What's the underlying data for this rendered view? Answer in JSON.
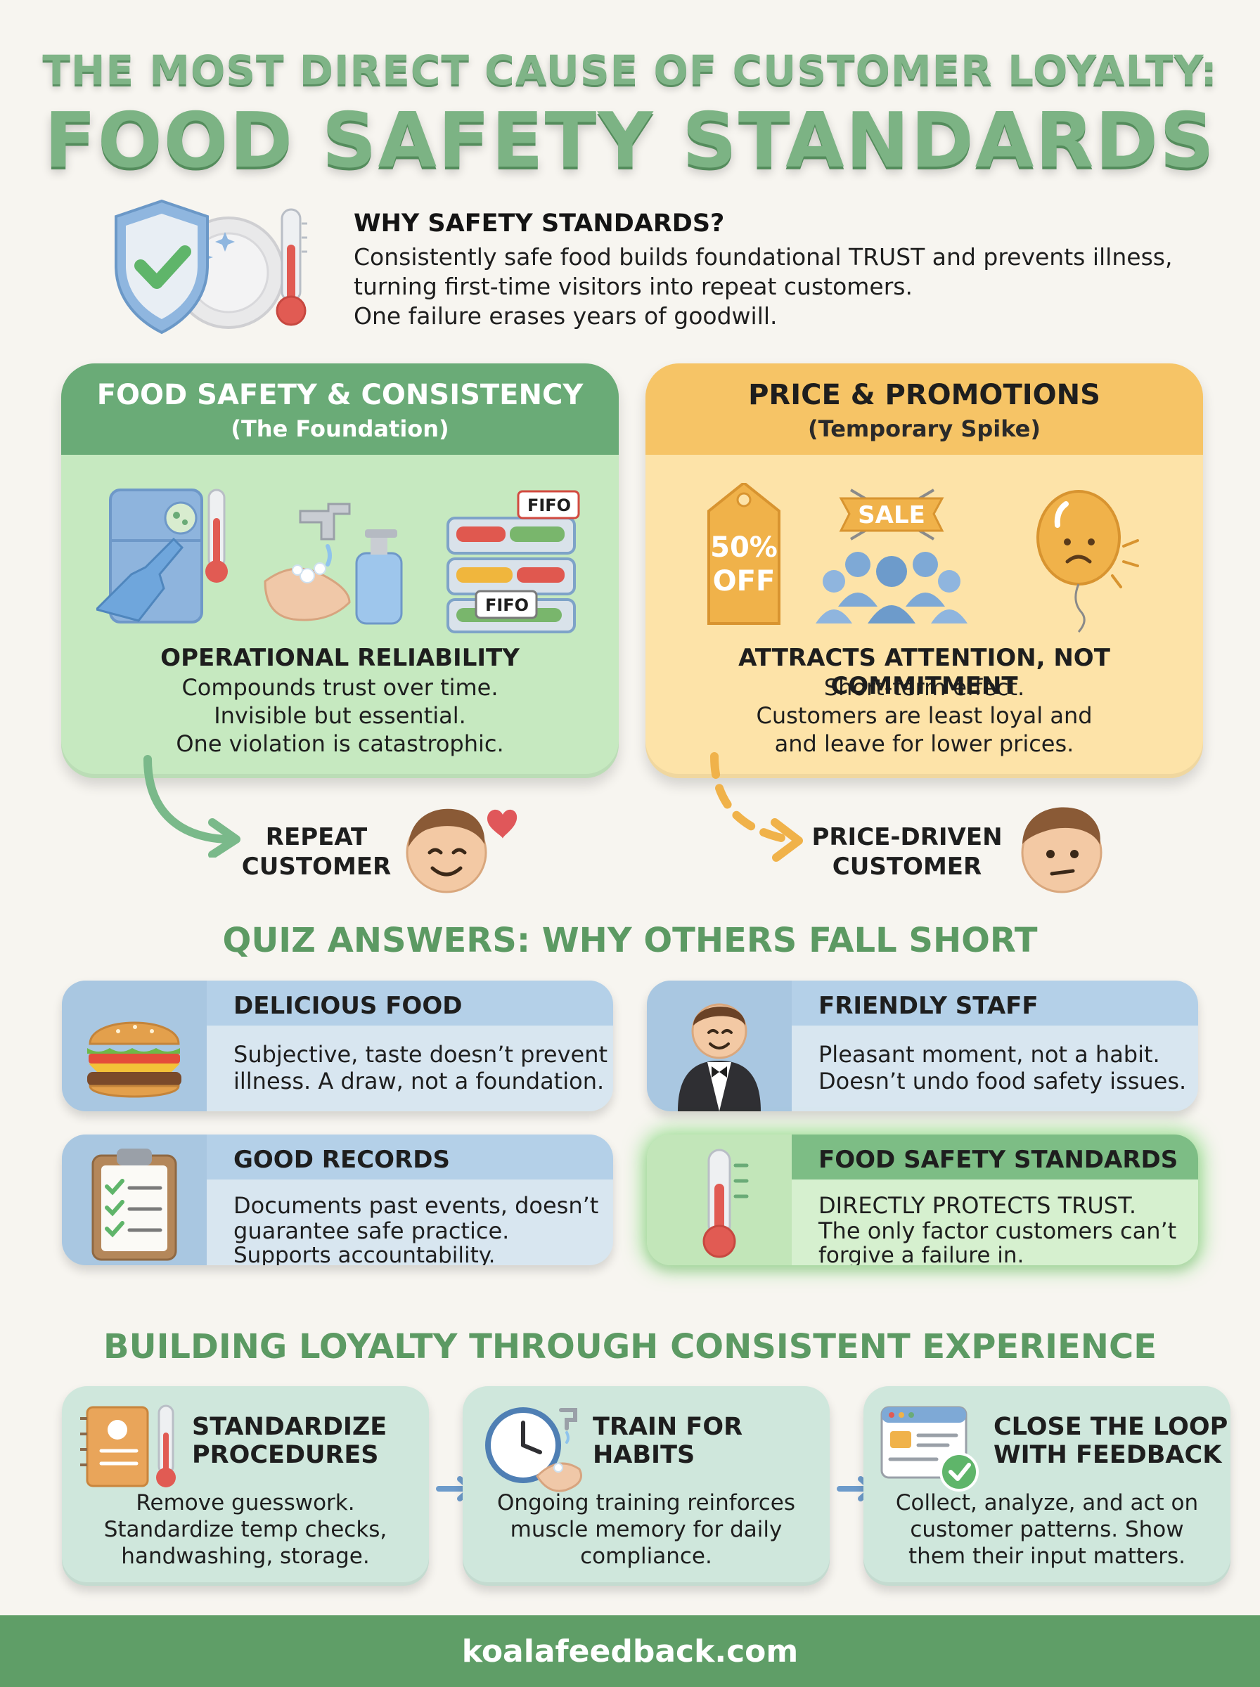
{
  "header": {
    "title_line1": "THE MOST DIRECT CAUSE OF CUSTOMER LOYALTY:",
    "title_line2": "FOOD SAFETY STANDARDS"
  },
  "why": {
    "heading": "WHY SAFETY STANDARDS?",
    "lines": [
      "Consistently safe food builds foundational TRUST and prevents illness,",
      "turning first-time visitors into repeat customers.",
      "One failure erases years of goodwill."
    ],
    "icons": [
      "shield-check-icon",
      "plate-icon",
      "thermometer-icon"
    ]
  },
  "panels": {
    "safety": {
      "title": "FOOD SAFETY & CONSISTENCY",
      "subtitle": "(The Foundation)",
      "icons": [
        "fridge-temp-check-icon",
        "handwashing-icon",
        "fifo-containers-icon"
      ],
      "fifo_label": "FIFO",
      "body_heading": "OPERATIONAL RELIABILITY",
      "body_lines": [
        "Compounds trust over time.",
        "Invisible but essential.",
        "One violation is catastrophic."
      ],
      "outcome_lines": [
        "REPEAT",
        "CUSTOMER"
      ],
      "accent": "#6aab77"
    },
    "price": {
      "title": "PRICE & PROMOTIONS",
      "subtitle": "(Temporary Spike)",
      "icons": [
        "discount-tag-icon",
        "sale-crowd-icon",
        "deflated-balloon-icon"
      ],
      "tag_line1": "50%",
      "tag_line2": "OFF",
      "sale_label": "SALE",
      "body_heading": "ATTRACTS ATTENTION, NOT COMMITMENT",
      "body_lines": [
        "Short-term effect.",
        "Customers are least loyal and",
        "and leave for lower prices."
      ],
      "outcome_lines": [
        "PRICE-DRIVEN",
        "CUSTOMER"
      ],
      "accent": "#f6c466"
    }
  },
  "quiz": {
    "title": "QUIZ ANSWERS: WHY OTHERS FALL SHORT",
    "cards": [
      {
        "heading": "DELICIOUS FOOD",
        "lines": [
          "Subjective, taste doesn’t prevent",
          "illness. A draw, not a foundation."
        ],
        "icon": "burger-icon"
      },
      {
        "heading": "FRIENDLY STAFF",
        "lines": [
          "Pleasant moment, not a habit.",
          "Doesn’t undo food safety issues."
        ],
        "icon": "waiter-icon"
      },
      {
        "heading": "GOOD RECORDS",
        "lines": [
          "Documents past events, doesn’t",
          "guarantee safe practice.",
          "Supports accountability."
        ],
        "icon": "clipboard-checklist-icon"
      },
      {
        "heading": "FOOD SAFETY STANDARDS",
        "lines": [
          "DIRECTLY PROTECTS TRUST.",
          "The only factor customers can’t",
          "forgive a failure in."
        ],
        "icon": "thermometer-icon",
        "highlight": true
      }
    ]
  },
  "building": {
    "title": "BUILDING LOYALTY THROUGH CONSISTENT EXPERIENCE",
    "steps": [
      {
        "heading_lines": [
          "STANDARDIZE",
          "PROCEDURES"
        ],
        "lines": [
          "Remove guesswork.",
          "Standardize temp checks,",
          "handwashing, storage."
        ],
        "icon": "recipe-book-thermometer-icon"
      },
      {
        "heading_lines": [
          "TRAIN FOR",
          "HABITS"
        ],
        "lines": [
          "Ongoing training reinforces",
          "muscle memory for daily",
          "compliance."
        ],
        "icon": "clock-handwash-icon"
      },
      {
        "heading_lines": [
          "CLOSE THE LOOP",
          "WITH FEEDBACK"
        ],
        "lines": [
          "Collect, analyze, and act on",
          "customer patterns. Show",
          "them their input matters."
        ],
        "icon": "feedback-window-check-icon"
      }
    ]
  },
  "footer": {
    "text": "koalafeedback.com"
  }
}
